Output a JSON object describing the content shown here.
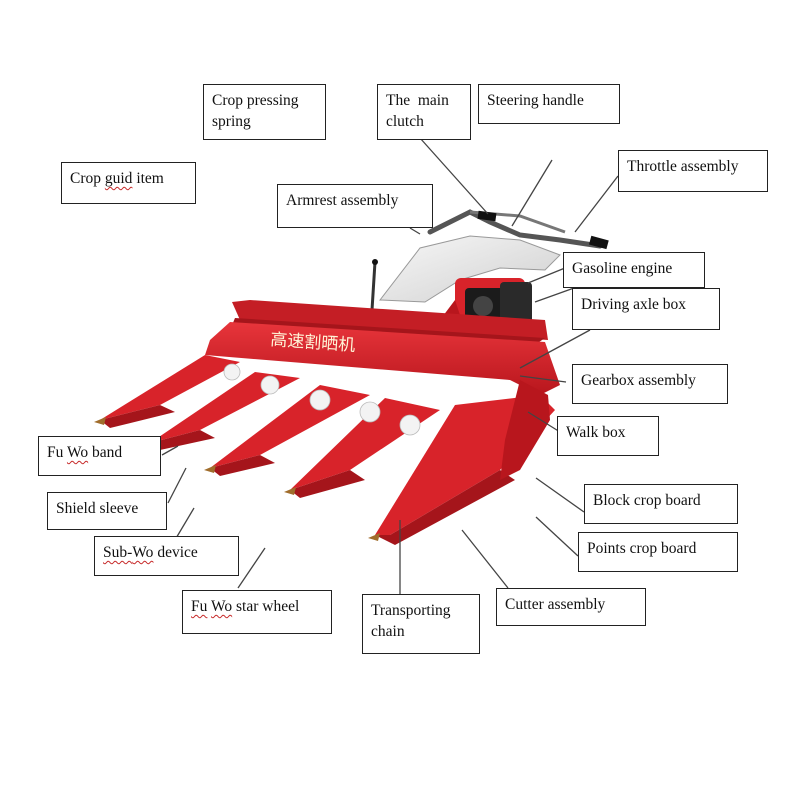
{
  "diagram": {
    "machine_lettering": "高速割晒机",
    "colors": {
      "body_red": "#d8232a",
      "dark_red": "#a5151b",
      "engine_black": "#1b1b1b",
      "hood_white": "#ececec",
      "blade_brown": "#a06d2c"
    },
    "labels": {
      "crop_pressing_spring": {
        "line1": "Crop pressing",
        "line2": "spring"
      },
      "main_clutch": {
        "line1": "The  main",
        "line2": "clutch"
      },
      "steering_handle": "Steering handle",
      "crop_guid_item": {
        "word1": "Crop ",
        "word2": "guid",
        "word3": " item"
      },
      "throttle_assembly": "Throttle assembly",
      "armrest_assembly": "Armrest assembly",
      "gasoline_engine": "Gasoline engine",
      "driving_axle_box": "Driving axle box",
      "gearbox_assembly": "Gearbox assembly",
      "walk_box": "Walk box",
      "fu_wo_band": {
        "prefix": "Fu ",
        "wavy": "Wo",
        "suffix": " band"
      },
      "shield_sleeve": "Shield sleeve",
      "block_crop_board": "Block crop board",
      "sub_wo_device": {
        "prefix": "Sub-",
        "wavy": "Wo",
        "suffix": " device"
      },
      "points_crop_board": "Points crop board",
      "fu_wo_star_wheel": {
        "wavy1": "Fu",
        "space": " ",
        "wavy2": "Wo",
        "suffix": " star wheel"
      },
      "transporting_chain": {
        "line1": "Transporting",
        "line2": "chain"
      },
      "cutter_assembly": "Cutter assembly"
    }
  }
}
